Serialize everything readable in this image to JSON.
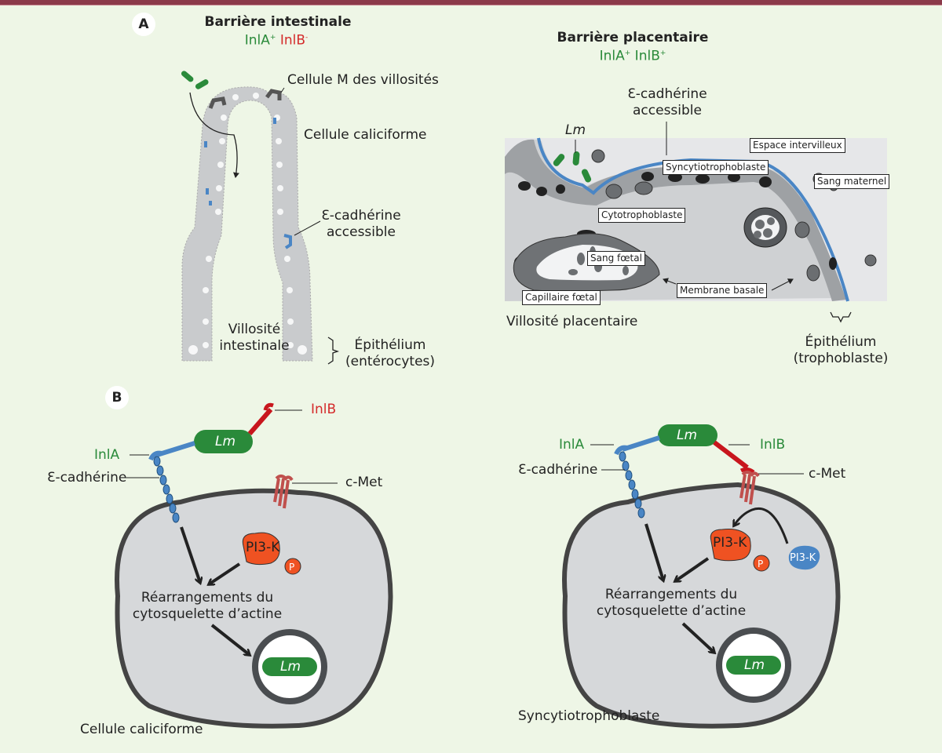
{
  "panelA": {
    "badge": "A",
    "intestinal": {
      "title": "Barrière intestinale",
      "inla": "InlA",
      "inla_sup": "+",
      "inlb": "InlB",
      "inlb_sup": "-",
      "labels": {
        "m_cell": "Cellule M des villosités",
        "goblet": "Cellule caliciforme",
        "ecad_1": "Ɛ-cadhérine",
        "ecad_2": "accessible",
        "villus_1": "Villosité",
        "villus_2": "intestinale",
        "epith_1": "Épithélium",
        "epith_2": "(entérocytes)"
      }
    },
    "placental": {
      "title": "Barrière placentaire",
      "inla": "InlA",
      "inla_sup": "+",
      "inlb": "InlB",
      "inlb_sup": "+",
      "labels": {
        "lm": "Lm",
        "ecad_1": "Ɛ-cadhérine",
        "ecad_2": "accessible",
        "intervillous": "Espace intervilleux",
        "syncytio": "Syncytiotrophoblaste",
        "maternal_blood": "Sang maternel",
        "cytotropho": "Cytotrophoblaste",
        "fetal_blood": "Sang fœtal",
        "fetal_capillary": "Capillaire fœtal",
        "basal_membrane": "Membrane basale",
        "villus": "Villosité placentaire",
        "epith_1": "Épithélium",
        "epith_2": "(trophoblaste)"
      }
    }
  },
  "panelB": {
    "badge": "B",
    "left": {
      "lm": "Lm",
      "inla": "InlA",
      "inlb": "InlB",
      "ecad": "Ɛ-cadhérine",
      "cmet": "c-Met",
      "pi3k": "PI3-K",
      "p": "P",
      "rearr_1": "Réarrangements du",
      "rearr_2": "cytosquelette d’actine",
      "vacuole_lm": "Lm",
      "cell_name": "Cellule caliciforme"
    },
    "right": {
      "lm": "Lm",
      "inla": "InlA",
      "inlb": "InlB",
      "ecad": "Ɛ-cadhérine",
      "cmet": "c-Met",
      "pi3k": "PI3-K",
      "p": "P",
      "pi3k_inactive": "PI3-K",
      "rearr_1": "Réarrangements du",
      "rearr_2": "cytosquelette d’actine",
      "vacuole_lm": "Lm",
      "cell_name": "Syncytiotrophoblaste"
    }
  },
  "colors": {
    "topbar": "#8b3a4a",
    "background": "#eef6e6",
    "listeria_green": "#2a8a3a",
    "inlb_red": "#c8161d",
    "ecad_blue": "#4a86c5",
    "pi3k_orange": "#ef5222",
    "cmet_red": "#c0504d"
  }
}
